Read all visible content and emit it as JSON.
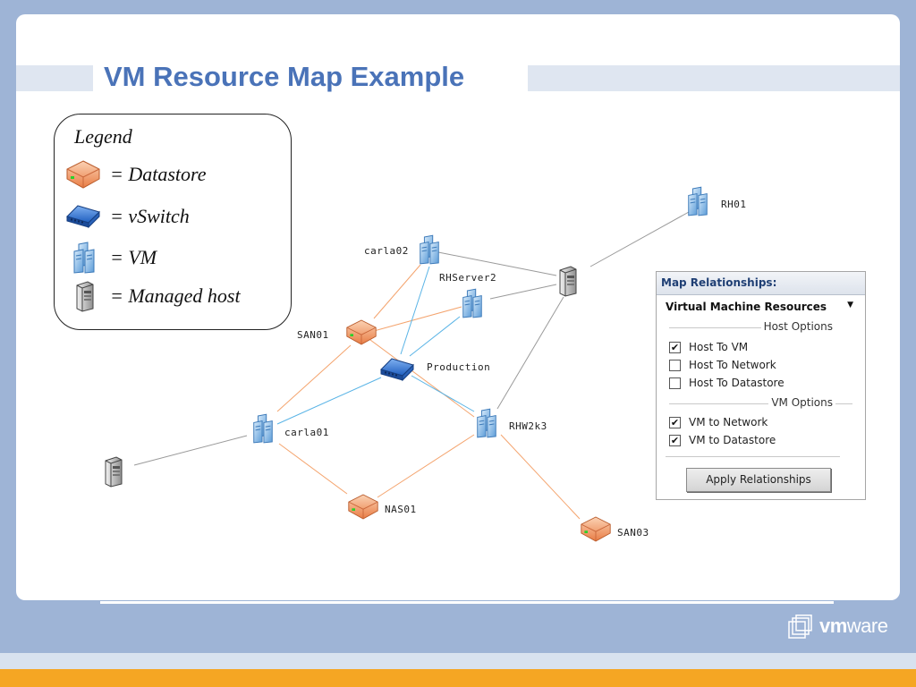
{
  "title": "VM Resource Map Example",
  "legend": {
    "title": "Legend",
    "items": [
      {
        "icon": "datastore-icon",
        "label": "= Datastore"
      },
      {
        "icon": "vswitch-icon",
        "label": "= vSwitch"
      },
      {
        "icon": "vm-icon",
        "label": "= VM"
      },
      {
        "icon": "managed-host-icon",
        "label": "= Managed host"
      }
    ]
  },
  "map": {
    "nodes": {
      "rh01": "RH01",
      "carla02": "carla02",
      "rhserver2": "RHServer2",
      "san01": "SAN01",
      "production": "Production",
      "carla01": "carla01",
      "rhw2k3": "RHW2k3",
      "nas01": "NAS01",
      "san03": "SAN03"
    },
    "colors": {
      "host_link": "#9a9a9a",
      "datastore_link": "#f4a46e",
      "network_link": "#5ab4e6"
    }
  },
  "panel": {
    "header": "Map Relationships:",
    "view_select": "Virtual Machine Resources",
    "host_section": "Host Options",
    "vm_section": "VM Options",
    "options": {
      "host_to_vm": {
        "label": "Host To VM",
        "checked": true
      },
      "host_to_network": {
        "label": "Host To Network",
        "checked": false
      },
      "host_to_datastore": {
        "label": "Host To Datastore",
        "checked": false
      },
      "vm_to_network": {
        "label": "VM to Network",
        "checked": true
      },
      "vm_to_datastore": {
        "label": "VM to Datastore",
        "checked": true
      }
    },
    "apply_label": "Apply Relationships"
  },
  "brand": {
    "logo_vm": "vm",
    "logo_ware": "ware",
    "accent_orange": "#f5a623",
    "title_blue": "#4a73b8"
  }
}
